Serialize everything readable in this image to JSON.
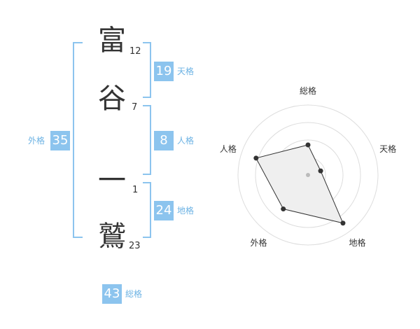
{
  "name": {
    "chars": [
      {
        "char": "富",
        "strokes": "12"
      },
      {
        "char": "谷",
        "strokes": "7"
      },
      {
        "char": "一",
        "strokes": "1"
      },
      {
        "char": "鷲",
        "strokes": "23"
      }
    ]
  },
  "kaku": {
    "tenkaku": {
      "value": "19",
      "label": "天格"
    },
    "jinkaku": {
      "value": "8",
      "label": "人格"
    },
    "chikaku": {
      "value": "24",
      "label": "地格"
    },
    "gaikaku": {
      "value": "35",
      "label": "外格"
    },
    "soukaku": {
      "value": "43",
      "label": "総格"
    }
  },
  "chart_data": {
    "type": "radar",
    "axes": [
      "総格",
      "天格",
      "地格",
      "外格",
      "人格"
    ],
    "values": [
      0.43,
      0.19,
      0.85,
      0.6,
      0.78
    ],
    "range": [
      0,
      1
    ],
    "rings": 4,
    "colors": {
      "fill": "#efefef",
      "line": "#333333",
      "grid": "#dddddd",
      "center": "#bbbbbb"
    }
  },
  "colors": {
    "accent": "#8cc4ee",
    "accent_text": "#6db3e4"
  }
}
